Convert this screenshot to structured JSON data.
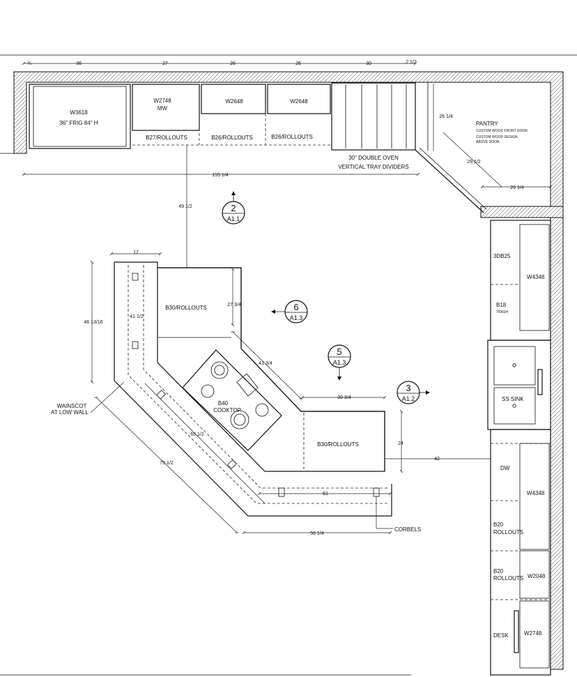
{
  "cabinets": {
    "w3618": "W3618",
    "frig": "36\" FRIG 84\" H",
    "w2748_mw_code": "W2748",
    "w2748_mw_sub": "MW",
    "w2648_a": "W2648",
    "w2648_b": "W2648",
    "b27_rollouts": "B27/ROLLOUTS",
    "b26_rollouts_a": "B26/ROLLOUTS",
    "b26_rollouts_b": "B26/ROLLOUTS",
    "double_oven_1": "30\" DOUBLE OVEN",
    "double_oven_2": "VERTICAL TRAY DIVIDERS",
    "pantry": "PANTRY",
    "pantry_note_1": "CUSTOM WOOD FRONT DOOR",
    "pantry_note_2": "CUSTOM WOOD DESIGN",
    "pantry_note_3": "ABOVE DOOR",
    "db25": "3DB25",
    "w4348_a": "W4348",
    "b18": "B18",
    "trash": "TRASH",
    "ss_sink": "SS SINK",
    "dw": "DW",
    "w4348_b": "W4348",
    "b20_a": "B20",
    "rollouts_a": "ROLLOUTS",
    "b20_b": "B20",
    "rollouts_b": "ROLLOUTS",
    "w2048": "W2048",
    "desk": "DESK",
    "w2748_desk": "W2748",
    "island_b30_a": "B30/ROLLOUTS",
    "b40": "B40",
    "cooktop": "COOKTOP",
    "island_b30_b": "B30/ROLLOUTS",
    "wainscot_1": "WAINSCOT",
    "wainscot_2": "AT LOW WALL",
    "corbels": "CORBELS"
  },
  "dimensions": {
    "top_seg_1": "¾",
    "top_seg_2": "36",
    "top_seg_3": "27",
    "top_seg_4": "26",
    "top_seg_5": "26",
    "top_seg_6": "30",
    "top_seg_7": "2 1/2",
    "run_total": "155 1/4",
    "pantry_26_1": "26 1/4",
    "pantry_29": "29 1/2",
    "pantry_26_2": "26 1/4",
    "d49": "49 1/2",
    "d17": "17",
    "d46": "46 13/16",
    "d41_half": "41 1/2",
    "d27_3q": "27 3/4",
    "d41_3q": "41 3/4",
    "d30_3q": "30 3/4",
    "d24": "24",
    "d42": "42",
    "d65": "65 1/2",
    "d75": "75 1/2",
    "d51": "51",
    "d56": "56 1/4"
  },
  "section_tags": [
    {
      "num": "2",
      "ref": "A1.1"
    },
    {
      "num": "6",
      "ref": "A1.3"
    },
    {
      "num": "5",
      "ref": "A1.3"
    },
    {
      "num": "3",
      "ref": "A1.2"
    }
  ],
  "colors": {
    "line": "#111111",
    "background": "#ffffff"
  }
}
